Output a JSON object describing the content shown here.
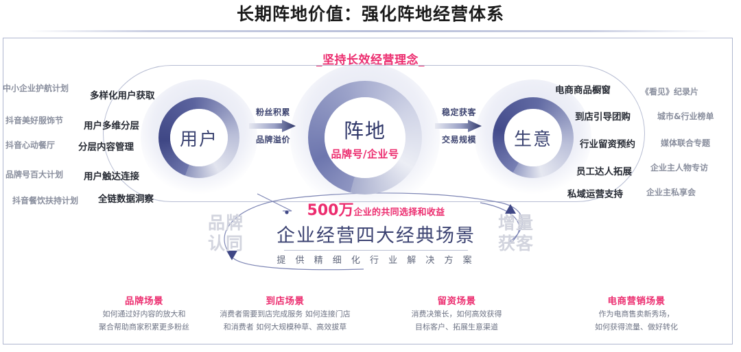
{
  "title": "长期阵地价值：强化阵地经营体系",
  "subtitle": "_坚持长效经营理念_",
  "rings": {
    "user": {
      "label": "用户"
    },
    "core": {
      "label": "阵地",
      "sub": "品牌号/企业号"
    },
    "biz": {
      "label": "生意"
    }
  },
  "connectors": {
    "left": {
      "top": "粉丝积累",
      "bottom": "品牌溢价"
    },
    "right": {
      "top": "稳定获客",
      "bottom": "交易规模"
    }
  },
  "outer_left": [
    "中小企业护航计划",
    "抖音美好服饰节",
    "抖音心动餐厅",
    "品牌号百大计划",
    "抖音餐饮扶持计划"
  ],
  "inner_left": [
    "多样化用户获取",
    "用户多维分层",
    "分层内容管理",
    "用户触达连接",
    "全链数据洞察"
  ],
  "inner_right": [
    "电商商品橱窗",
    "到店引导团购",
    "行业留资预约",
    "员工达人拓展",
    "私域运营支持"
  ],
  "outer_right": [
    "《看见》纪录片",
    "城市&行业榜单",
    "媒体联合专题",
    "企业主人物专访",
    "企业主私享会"
  ],
  "center_block": {
    "highlight_number": "500万",
    "highlight_rest": "企业的共同选择和收益",
    "headline": "企业经营四大经典场景",
    "tagline": "提 供 精 细 化 行 业 解 决 方 案"
  },
  "side_labels": {
    "left": "品牌\n认同",
    "right": "增量\n获客"
  },
  "scenes": [
    {
      "heading": "品牌场景",
      "line1": "如何通过好内容的放大和",
      "line2": "聚合帮助商家积累更多粉丝"
    },
    {
      "heading": "到店场景",
      "line1": "消费者需要到店完成服务 如何连接门店",
      "line2": "和消费者 如何大规模种草、高效拔草"
    },
    {
      "heading": "留资场景",
      "line1": "消费决策长，如何高效获得",
      "line2": "目标客户、拓展生意渠道"
    },
    {
      "heading": "电商营销场景",
      "line1": "作为电商售卖新秀场，",
      "line2": "如何获得流量、做好转化"
    }
  ],
  "colors": {
    "pink": "#ec2d6f",
    "navy": "#3b4271",
    "gray_text": "#8a8f9e",
    "frame_border": "#aeb6cf"
  }
}
